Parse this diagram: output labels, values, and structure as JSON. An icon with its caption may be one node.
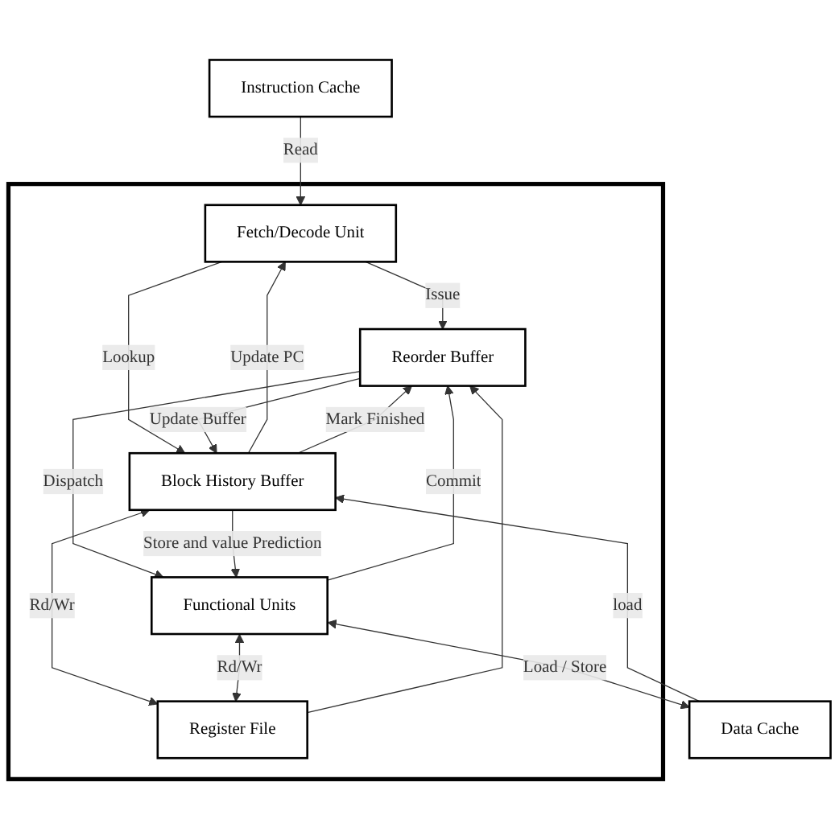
{
  "diagram": {
    "nodes": [
      {
        "text": [
          "Instruction Cache"
        ]
      },
      {
        "text": [],
        "shape": "box"
      },
      {
        "text": [
          "Fetch/Decode Unit"
        ],
        "in": 1
      },
      {
        "text": [
          "Reorder Buffer"
        ],
        "in": 1
      },
      {
        "text": [
          "Block History Buffer"
        ],
        "in": 1
      },
      {
        "text": [
          "Functional Units"
        ],
        "in": 1
      },
      {
        "text": [
          "Register File"
        ],
        "in": 1
      },
      {
        "text": [
          "Data Cache"
        ]
      }
    ],
    "edges": [
      {
        "from": 0,
        "to": 2,
        "arrow": "to",
        "label": "Read"
      },
      {
        "from": 2,
        "to": 3,
        "arrow": "to",
        "label": "Issue"
      },
      {
        "from": 2,
        "to": 4,
        "arrow": "to",
        "label": "Lookup"
      },
      {
        "from": 4,
        "to": 2,
        "arrow": "to",
        "label": "Update PC"
      },
      {
        "from": 3,
        "to": 4,
        "arrow": "to",
        "label": "Update Buffer"
      },
      {
        "from": 4,
        "to": 3,
        "arrow": "to",
        "label": "Mark Finished"
      },
      {
        "from": 3,
        "to": 5,
        "arrow": "to",
        "label": "Dispatch"
      },
      {
        "from": 5,
        "to": 3,
        "arrow": "to",
        "label": "Commit"
      },
      {
        "from": 4,
        "to": 5,
        "arrow": "to",
        "label": "Store and value Prediction"
      },
      {
        "from": 4,
        "to": 6,
        "arrow": "both",
        "label": "Rd/Wr"
      },
      {
        "from": 5,
        "to": 6,
        "arrow": "both",
        "label": "Rd/Wr"
      },
      {
        "from": 6,
        "to": 3,
        "arrow": "to"
      },
      {
        "from": 5,
        "to": 7,
        "arrow": "both",
        "label": "Load / Store"
      },
      {
        "from": 7,
        "to": 4,
        "arrow": "to",
        "label": "load"
      }
    ]
  }
}
